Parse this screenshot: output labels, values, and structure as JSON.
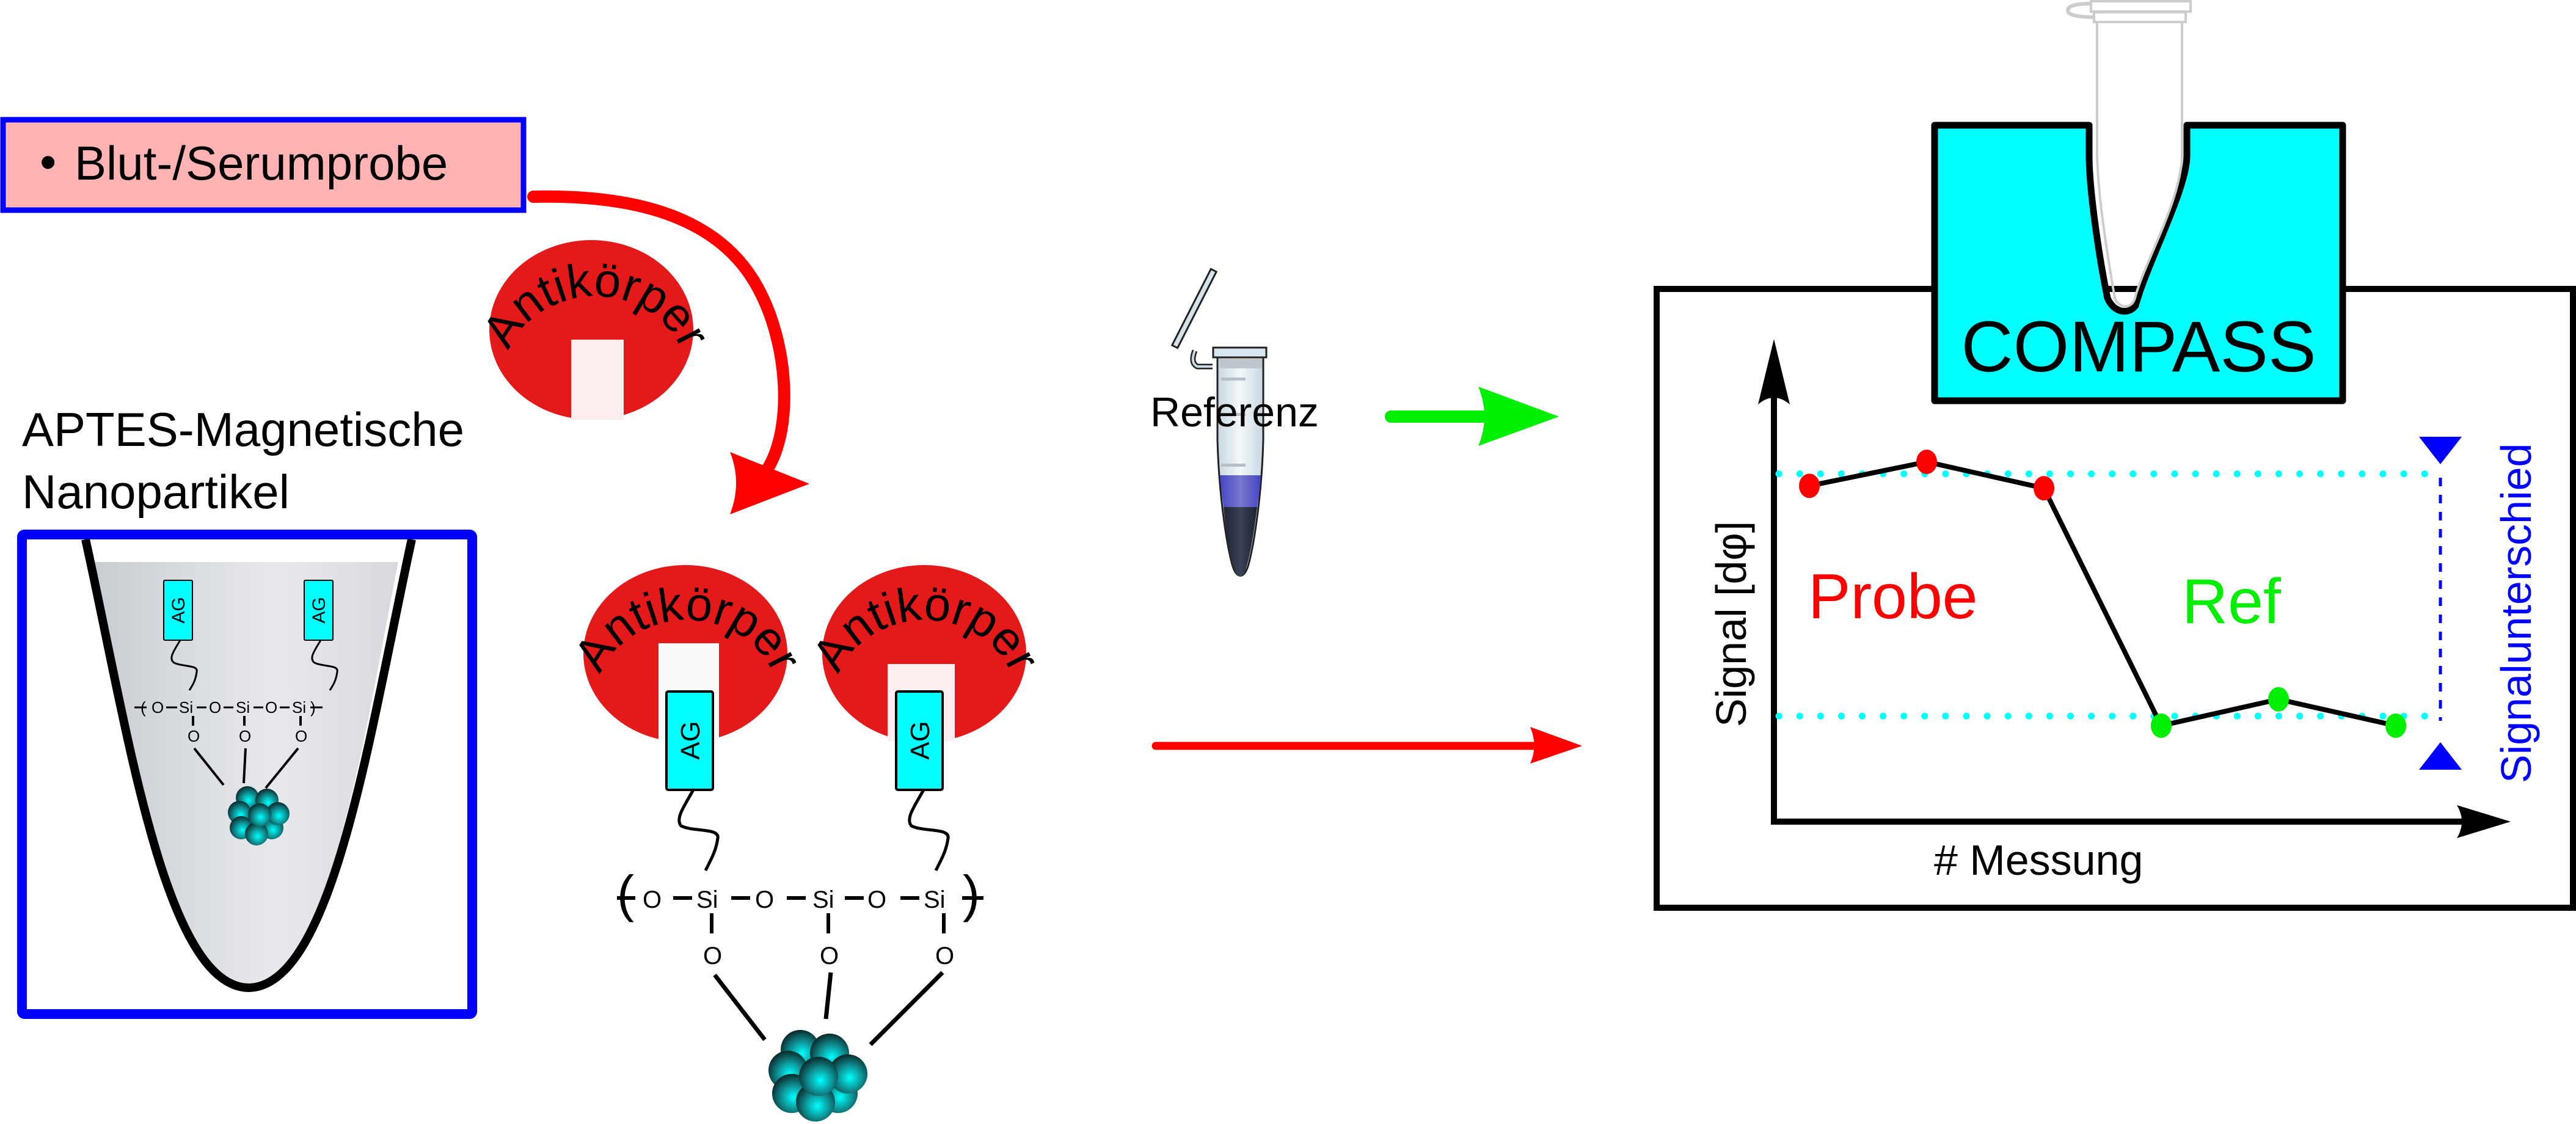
{
  "colors": {
    "sample_box_fill": "#FFB3B3",
    "box_border_blue": "#0000FF",
    "arrow_red": "#FF0000",
    "arrow_green": "#00EE00",
    "antibody_red": "#E41A1A",
    "antigen_cyan": "#00FFFF",
    "compass_cyan": "#00FFFF",
    "probe_red": "#FF0000",
    "ref_green": "#00EE00",
    "signal_blue": "#0000FF",
    "guide_cyan": "#00FFFF",
    "liquid_purple": "#5A5ACD",
    "pellet_dark": "#2B3140"
  },
  "sample": {
    "bullet": "•",
    "label": "Blut-/Serumprobe"
  },
  "nanoparticle_label": {
    "line1": "APTES-Magnetische",
    "line2": "Nanopartikel"
  },
  "antibody": {
    "label": "Antikörper"
  },
  "antigen": {
    "label": "AG"
  },
  "chain": {
    "backbone": [
      "O",
      "Si",
      "O",
      "Si",
      "O",
      "Si"
    ],
    "pendant": [
      "O",
      "O",
      "O"
    ]
  },
  "reference": {
    "label": "Referenz"
  },
  "device": {
    "label": "COMPASS"
  },
  "chart_data": {
    "type": "line",
    "title": "",
    "xlabel": "# Messung",
    "ylabel": "Signal [dφ]",
    "x": [
      1,
      2,
      3,
      4,
      5,
      6
    ],
    "ylim": [
      0,
      10
    ],
    "series": [
      {
        "name": "Probe",
        "color": "#FF0000",
        "x": [
          1,
          2,
          3
        ],
        "values": [
          7.0,
          7.5,
          6.95
        ]
      },
      {
        "name": "Ref",
        "color": "#00EE00",
        "x": [
          4,
          5,
          6
        ],
        "values": [
          2.0,
          2.55,
          2.0
        ]
      }
    ],
    "reference_lines": [
      {
        "name": "probe-level",
        "value": 7.25,
        "style": "dotted",
        "color": "#00FFFF"
      },
      {
        "name": "ref-level",
        "value": 2.2,
        "style": "dotted",
        "color": "#00FFFF"
      }
    ],
    "annotations": [
      {
        "text": "Probe",
        "color": "#FF0000"
      },
      {
        "text": "Ref",
        "color": "#00EE00"
      },
      {
        "text": "Signalunterschied",
        "color": "#0000FF",
        "orientation": "vertical"
      }
    ],
    "grid": false,
    "legend": "none"
  }
}
